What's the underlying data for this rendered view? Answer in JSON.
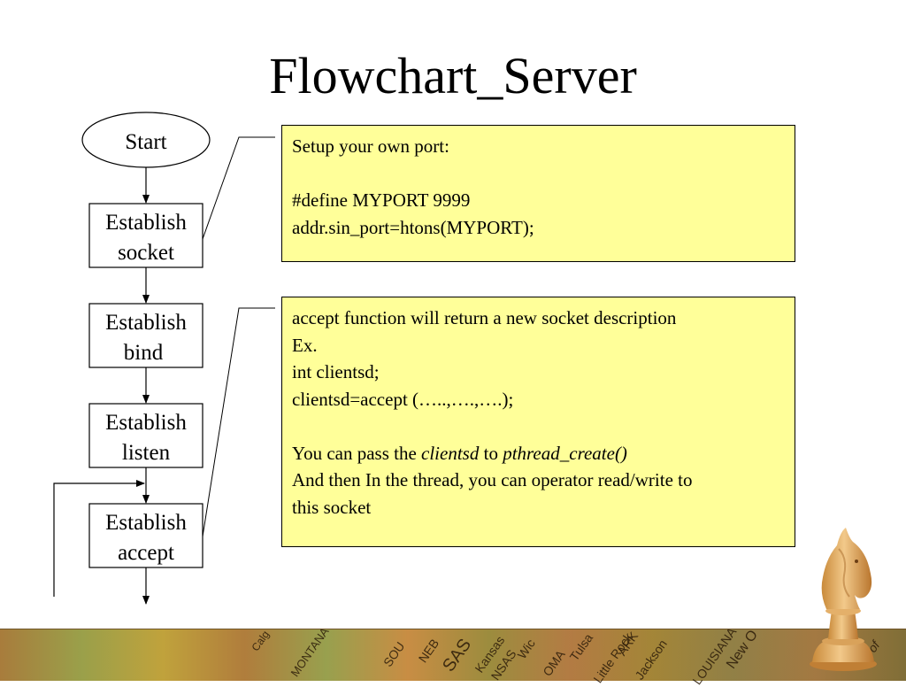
{
  "slide": {
    "title": "Flowchart_Server"
  },
  "flowchart": {
    "nodes": [
      {
        "id": "start",
        "shape": "ellipse",
        "lines": [
          "Start"
        ]
      },
      {
        "id": "socket",
        "shape": "rect",
        "lines": [
          "Establish",
          "socket"
        ]
      },
      {
        "id": "bind",
        "shape": "rect",
        "lines": [
          "Establish",
          "bind"
        ]
      },
      {
        "id": "listen",
        "shape": "rect",
        "lines": [
          "Establish",
          "listen"
        ]
      },
      {
        "id": "accept",
        "shape": "rect",
        "lines": [
          "Establish",
          "accept"
        ]
      }
    ],
    "edges": [
      {
        "from": "start",
        "to": "socket"
      },
      {
        "from": "socket",
        "to": "bind"
      },
      {
        "from": "bind",
        "to": "listen"
      },
      {
        "from": "listen",
        "to": "accept"
      },
      {
        "from": "accept",
        "to": "next"
      },
      {
        "from": "loop-back",
        "to": "accept"
      }
    ]
  },
  "notes": {
    "port": {
      "callout_for": "socket",
      "lines": [
        "Setup your own port:",
        "",
        "#define MYPORT 9999",
        "addr.sin_port=htons(MYPORT);"
      ]
    },
    "accept": {
      "callout_for": "accept",
      "lines": [
        "accept function will return a new socket description",
        "Ex.",
        "int clientsd;",
        "clientsd=accept (…..,….,….);",
        "",
        "You can pass the ",
        "clientsd",
        " to ",
        "pthread_create()",
        "And then In the thread, you can operator read/write to",
        "this socket"
      ]
    }
  },
  "decor": {
    "map_labels": [
      "Calg",
      "MONTANA",
      "SOU",
      "NEB",
      "Kansas",
      "SAS",
      "Wic",
      "NSAS",
      "OMA",
      "Tulsa",
      "Little Rock",
      "ARK",
      "Jackson",
      "LOUISIANA",
      "New O",
      "St. of"
    ],
    "note_fill": "#ffff99",
    "icon": "chess-knight-icon"
  }
}
